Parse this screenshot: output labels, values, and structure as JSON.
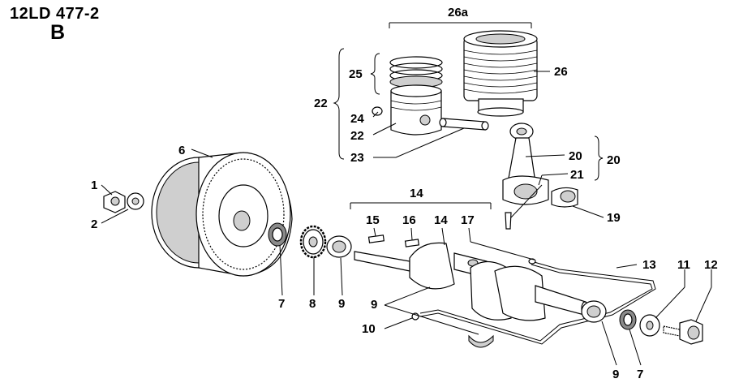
{
  "header": {
    "model": "12LD 477-2",
    "variant": "B"
  },
  "labels": {
    "l1": "1",
    "l2": "2",
    "l6": "6",
    "l7a": "7",
    "l8": "8",
    "l9a": "9",
    "l9b": "9",
    "l10": "10",
    "l14a": "14",
    "l14b": "14",
    "l15": "15",
    "l16": "16",
    "l17": "17",
    "l13": "13",
    "l11": "11",
    "l12": "12",
    "l9c": "9",
    "l7b": "7",
    "l19": "19",
    "l20a": "20",
    "l20b": "20",
    "l21": "21",
    "l22a": "22",
    "l22b": "22",
    "l23": "23",
    "l24": "24",
    "l25": "25",
    "l26": "26",
    "l26a": "26a"
  },
  "colors": {
    "line": "#000000",
    "shade": "#cfcfcf",
    "background": "#ffffff"
  }
}
